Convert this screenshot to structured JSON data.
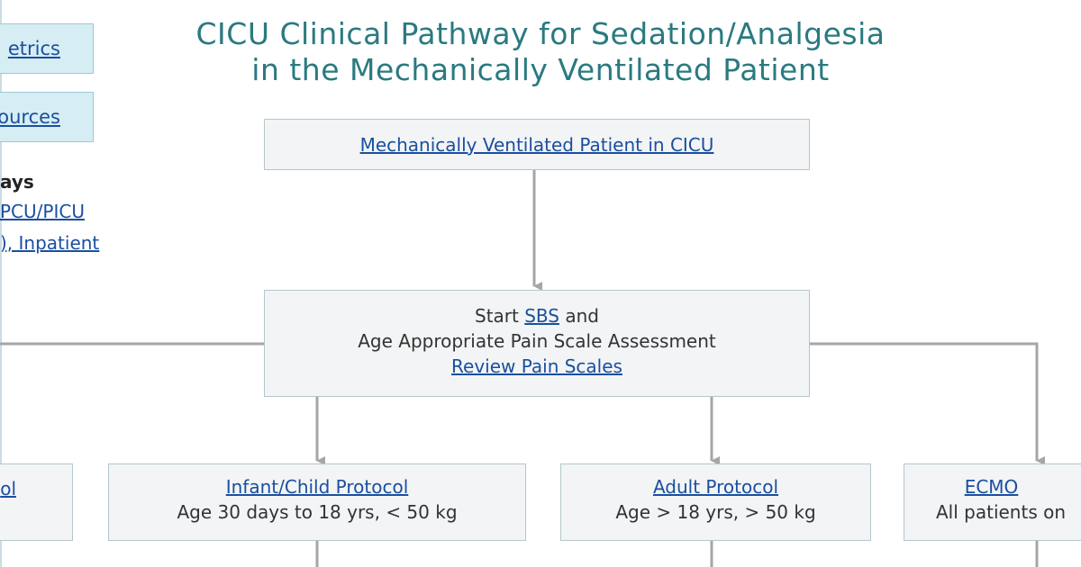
{
  "title": {
    "line1": "CICU Clinical Pathway for Sedation/Analgesia",
    "line2": "in the Mechanically Ventilated Patient"
  },
  "sidebar": {
    "buttons": [
      {
        "label": "etrics"
      },
      {
        "label": "ources"
      }
    ],
    "pathways_heading": "ays",
    "links": [
      {
        "label": "PCU/PICU"
      },
      {
        "label": "), Inpatient"
      }
    ]
  },
  "flowchart": {
    "start_box": {
      "link": "Mechanically Ventilated Patient in CICU"
    },
    "assessment_box": {
      "text_before": "Start ",
      "sbs_link": "SBS",
      "text_after": " and",
      "line2": "Age Appropriate Pain Scale Assessment",
      "review_link": "Review Pain Scales"
    },
    "protocols": [
      {
        "link": "ol",
        "desc": ""
      },
      {
        "link": "Infant/Child Protocol",
        "desc": "Age 30 days to 18 yrs, < 50 kg"
      },
      {
        "link": "Adult Protocol",
        "desc": "Age > 18 yrs, > 50 kg"
      },
      {
        "link": "ECMO",
        "desc": "All patients on"
      }
    ]
  },
  "colors": {
    "title": "#2a7a80",
    "link": "#1a4fa0",
    "box_fill": "#f2f4f5",
    "box_border": "#b5c7cc",
    "side_button_fill": "#d6edf3",
    "connector": "#a6a6a6"
  }
}
